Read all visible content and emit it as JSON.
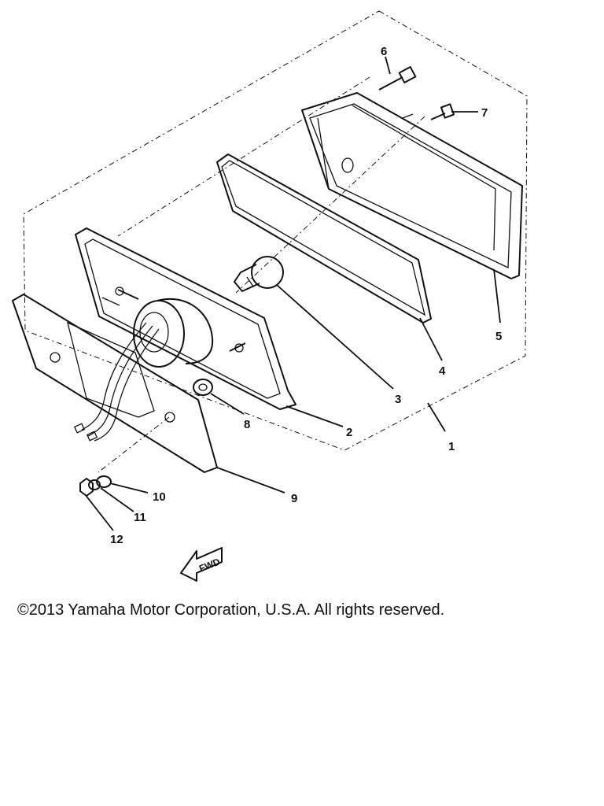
{
  "diagram": {
    "callouts": [
      "1",
      "2",
      "3",
      "4",
      "5",
      "6",
      "7",
      "8",
      "9",
      "10",
      "11",
      "12"
    ],
    "direction_arrow": "FWD",
    "ink_color": "#111111",
    "background_color": "#ffffff"
  },
  "footer": {
    "copyright": "©2013 Yamaha Motor Corporation, U.S.A. All rights reserved."
  }
}
